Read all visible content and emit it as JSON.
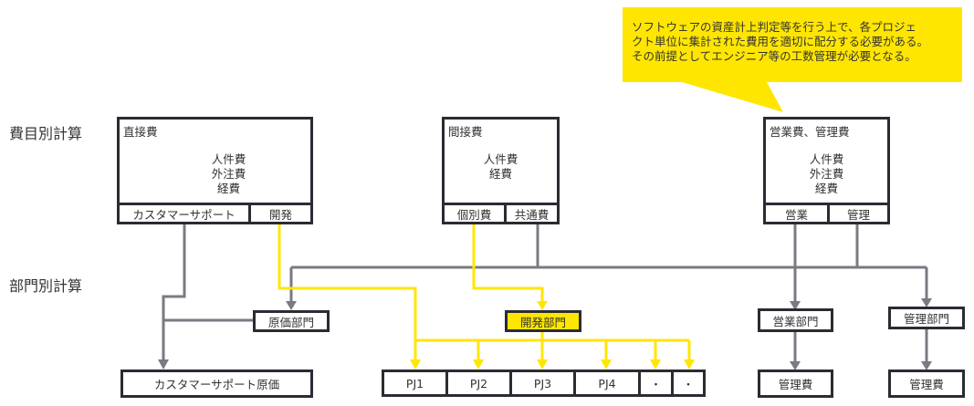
{
  "colors": {
    "gray_line": "#7a7a82",
    "yellow_line": "#ffe600",
    "box_border": "#2b2b33",
    "callout_bg": "#ffe600",
    "highlight_node": "#ffe600"
  },
  "callout": {
    "lines": [
      "ソフトウェアの資産計上判定等を行う上で、各プロジェ",
      "クト単位に集計された費用を適切に配分する必要がある。",
      "その前提としてエンジニア等の工数管理が必要となる。"
    ]
  },
  "row_labels": {
    "cost_element": "費目別計算",
    "department": "部門別計算"
  },
  "cost_boxes": [
    {
      "title": "直接費",
      "items": [
        "人件費",
        "外注費",
        "経費"
      ],
      "cells": [
        "カスタマーサポート",
        "開発"
      ]
    },
    {
      "title": "間接費",
      "items": [
        "人件費",
        "経費"
      ],
      "cells": [
        "個別費",
        "共通費"
      ]
    },
    {
      "title": "営業費、管理費",
      "items": [
        "人件費",
        "外注費",
        "経費"
      ],
      "cells": [
        "営業",
        "管理"
      ]
    }
  ],
  "departments": {
    "cost_dept": "原価部門",
    "dev_dept": "開発部門",
    "sales_dept": "営業部門",
    "admin_dept": "管理部門"
  },
  "outputs": {
    "cs_cost": "カスタマーサポート原価",
    "projects": [
      "PJ1",
      "PJ2",
      "PJ3",
      "PJ4",
      "・",
      "・"
    ],
    "sales_mgmt_cost": "管理費",
    "admin_mgmt_cost": "管理費"
  }
}
